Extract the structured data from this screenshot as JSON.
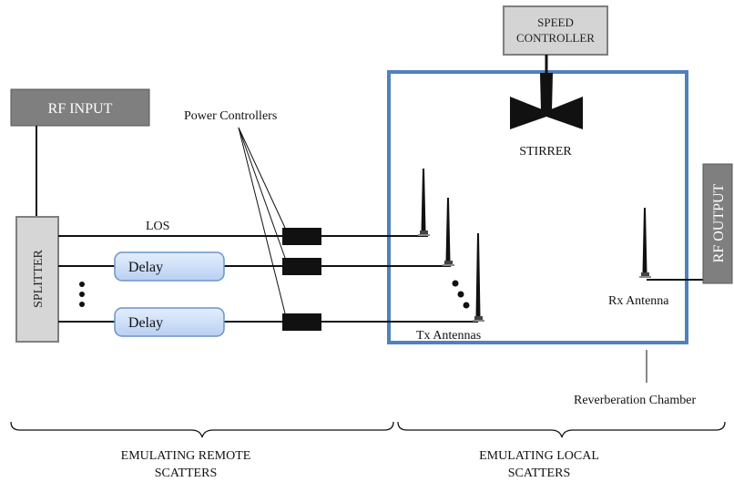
{
  "blocks": {
    "rf_input": "RF INPUT",
    "splitter": "SPLITTER",
    "speed_controller_line1": "SPEED",
    "speed_controller_line2": "CONTROLLER",
    "rf_output": "RF OUTPUT",
    "delay_1": "Delay",
    "delay_2": "Delay"
  },
  "labels": {
    "power_controllers": "Power Controllers",
    "los": "LOS",
    "stirrer": "STIRRER",
    "tx_antennas": "Tx Antennas",
    "rx_antenna": "Rx Antenna",
    "reverberation_chamber": "Reverberation Chamber",
    "remote_line1": "EMULATING REMOTE",
    "remote_line2": "SCATTERS",
    "local_line1": "EMULATING LOCAL",
    "local_line2": "SCATTERS"
  },
  "colors": {
    "chamber_border": "#4f81bd",
    "gray_box_dark": "#7f7f7f",
    "gray_box_light": "#d9d9d9",
    "delay_fill": "#c9dcf7",
    "delay_stroke": "#6d93c8"
  }
}
